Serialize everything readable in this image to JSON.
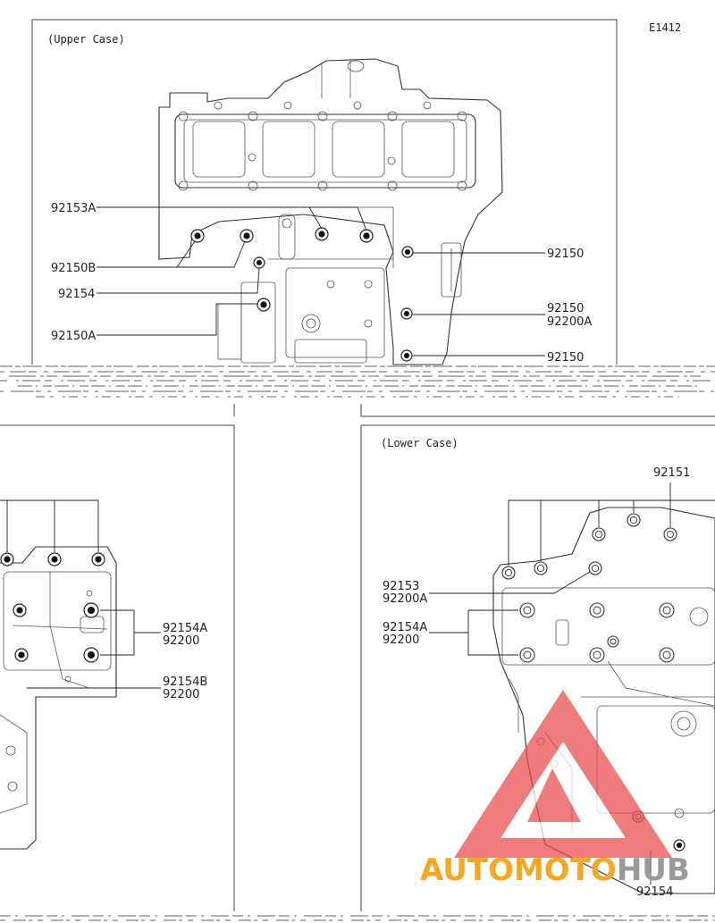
{
  "diagram_code": "E1412",
  "panels": {
    "upper": {
      "title": "(Upper Case)"
    },
    "lower": {
      "title": "(Lower Case)"
    }
  },
  "labels": {
    "upper_92153A": "92153A",
    "upper_92150B": "92150B",
    "upper_92154": "92154",
    "upper_92150A": "92150A",
    "upper_92150_a": "92150",
    "upper_92150_b": "92150",
    "upper_92200A": "92200A",
    "upper_92150_c": "92150",
    "left_92154A": "92154A",
    "left_92200_a": "92200",
    "left_92154B": "92154B",
    "left_92200_b": "92200",
    "lower_92151": "92151",
    "lower_92153": "92153",
    "lower_92200A": "92200A",
    "lower_92154A": "92154A",
    "lower_92200": "92200",
    "lower_92154": "92154"
  },
  "watermark": {
    "part1": "AUTOMOTO",
    "part2": "HUB",
    "color_red": "#e84a4a",
    "color_orange": "#f5a623",
    "color_gray": "#9a9a9a"
  }
}
